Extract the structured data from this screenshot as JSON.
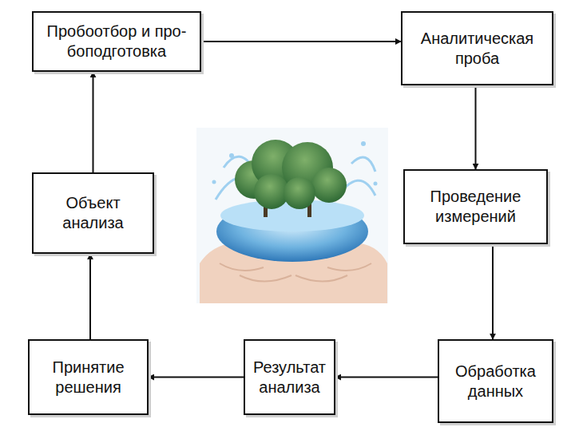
{
  "diagram": {
    "nodes": [
      {
        "text": [
          "Пробоотбор и про- боподготовка"
        ]
      },
      {
        "text": [
          "Аналитическая проба"
        ]
      },
      {
        "text": [
          "Объект анализа"
        ]
      },
      {
        "text": [
          "Проведение измерений"
        ]
      },
      {
        "text": [
          "Принятие решения"
        ]
      },
      {
        "text": [
          "Результат анализа"
        ]
      },
      {
        "text": [
          "Обработка данных"
        ]
      }
    ],
    "edges": [
      {
        "from": 0,
        "to": 1,
        "arrow": "to"
      },
      {
        "from": 1,
        "to": 3,
        "arrow": "to"
      },
      {
        "from": 3,
        "to": 6,
        "arrow": "to"
      },
      {
        "from": 6,
        "to": 5,
        "arrow": "to"
      },
      {
        "from": 5,
        "to": 4,
        "arrow": "to"
      },
      {
        "from": 4,
        "to": 2,
        "arrow": "to"
      },
      {
        "from": 2,
        "to": 0,
        "arrow": "to"
      }
    ]
  }
}
